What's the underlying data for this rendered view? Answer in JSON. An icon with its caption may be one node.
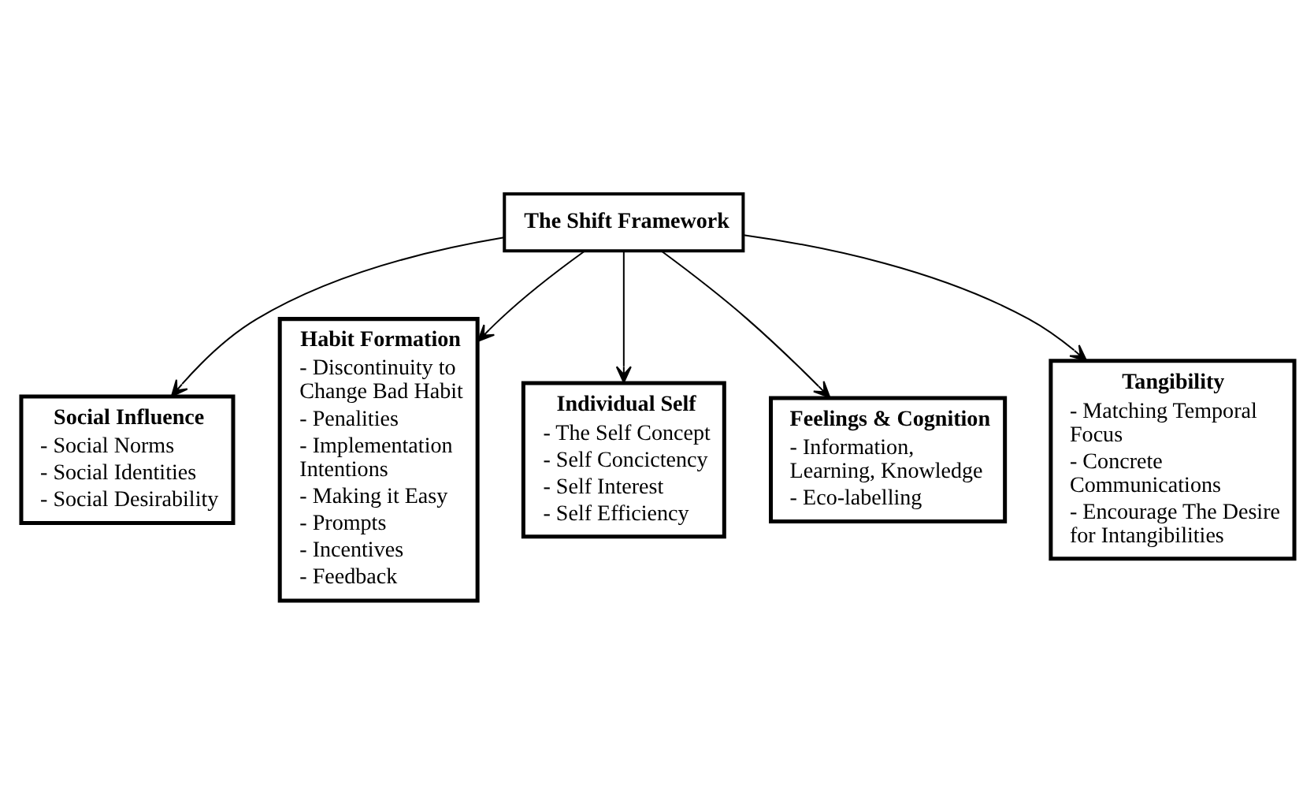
{
  "diagram": {
    "nodes": [
      {
        "text": [
          "The Shift Framework"
        ]
      },
      {
        "text": [
          "Social Influence",
          "- Social Norms",
          "- Social Identities",
          "- Social Desirability"
        ]
      },
      {
        "text": [
          "Habit Formation",
          "- Discontinuity to Change Bad Habit",
          "- Penalities",
          "- Implementation Intentions",
          "- Making it Easy",
          "- Prompts",
          "- Incentives",
          "- Feedback"
        ]
      },
      {
        "text": [
          "Individual Self",
          "- The Self Concept",
          "- Self Concictency",
          "- Self Interest",
          "- Self Efficiency"
        ]
      },
      {
        "text": [
          "Feelings & Cognition",
          "- Information, Learning, Knowledge",
          "- Eco-labelling"
        ]
      },
      {
        "text": [
          "Tangibility",
          "- Matching Temporal Focus",
          "- Concrete Communications",
          "- Encourage The Desire for Intangibilities"
        ]
      }
    ],
    "edges": [
      {
        "from": 0,
        "to": 1,
        "arrow": "to"
      },
      {
        "from": 0,
        "to": 2,
        "arrow": "to"
      },
      {
        "from": 0,
        "to": 3,
        "arrow": "to"
      },
      {
        "from": 0,
        "to": 4,
        "arrow": "to"
      },
      {
        "from": 0,
        "to": 5,
        "arrow": "to"
      }
    ]
  }
}
